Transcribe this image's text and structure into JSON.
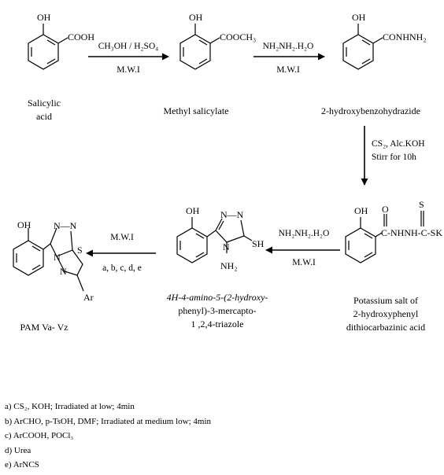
{
  "compounds": [
    {
      "id": "salicylic",
      "groups": [
        "OH",
        "COOH"
      ],
      "name_lines": [
        "Salicylic",
        "acid"
      ]
    },
    {
      "id": "methyl-salicylate",
      "groups": [
        "OH",
        "COOCH₃"
      ],
      "name_lines": [
        "Methyl salicylate"
      ]
    },
    {
      "id": "hydrazide",
      "groups": [
        "OH",
        "CONHNH₂"
      ],
      "name_lines": [
        "2-hydroxybenzohydrazide"
      ]
    },
    {
      "id": "potassium-salt",
      "groups": [
        "OH",
        "O",
        "S",
        "C-NHNH-C-SK"
      ],
      "name_lines": [
        "Potassium salt of",
        "2-hydroxyphenyl",
        "dithiocarbazinic acid"
      ]
    },
    {
      "id": "triazole",
      "groups": [
        "OH",
        "N—N",
        "SH",
        "N",
        "NH₂"
      ],
      "name_lines": [
        "4H-4-amino-5-(2-hydroxy-",
        "phenyl)-3-mercapto-",
        "1 ,2,4-triazole"
      ]
    },
    {
      "id": "pam",
      "groups": [
        "OH",
        "N—N",
        "N",
        "N",
        "S",
        "Ar"
      ],
      "name_lines": [
        "PAM Va- Vz"
      ]
    }
  ],
  "reactions": [
    {
      "above": "CH₃OH / H₂SO₄",
      "below": "M.W.I"
    },
    {
      "above": "NH₂NH₂.H₂O",
      "below": "M.W.I"
    },
    {
      "right_lines": [
        "CS₂, Alc.KOH",
        "Stirr for 10h"
      ]
    },
    {
      "above": "NH₂NH₂.H₂O",
      "below": "M.W.I"
    },
    {
      "above": "M.W.I",
      "below": "a, b, c, d, e"
    }
  ],
  "notes": [
    {
      "label": "a)",
      "text": "CS₂, KOH; Irradiated at low; 4min"
    },
    {
      "label": "b)",
      "text": "ArCHO, p-TsOH, DMF; Irradiated  at medium low; 4min"
    },
    {
      "label": "c)",
      "text": "ArCOOH, POCl₃"
    },
    {
      "label": "d)",
      "text": "Urea"
    },
    {
      "label": "e)",
      "text": "ArNCS"
    }
  ]
}
